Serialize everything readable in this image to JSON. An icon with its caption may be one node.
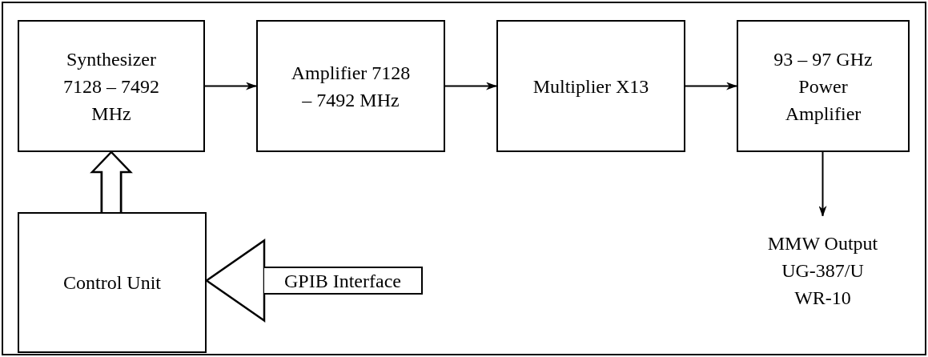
{
  "diagram": {
    "nodes": [
      {
        "text": [
          "Synthesizer 7128 – 7492 MHz"
        ]
      },
      {
        "text": [
          "Amplifier 7128 – 7492 MHz"
        ]
      },
      {
        "text": [
          "Multiplier X13"
        ]
      },
      {
        "text": [
          "93 – 97 GHz Power Amplifier"
        ]
      },
      {
        "text": [
          "Control Unit"
        ]
      },
      {
        "text": [
          "MMW Output UG-387/U WR-10"
        ]
      },
      {
        "text": [
          "GPIB Interface"
        ]
      }
    ],
    "edges": [
      {
        "from": 0,
        "to": 1,
        "arrow": "to"
      },
      {
        "from": 1,
        "to": 2,
        "arrow": "to"
      },
      {
        "from": 2,
        "to": 3,
        "arrow": "to"
      },
      {
        "from": 3,
        "to": 5,
        "arrow": "to"
      },
      {
        "from": 4,
        "to": 0,
        "arrow": "to",
        "style": "thick"
      },
      {
        "from": 6,
        "to": 4,
        "arrow": "to",
        "style": "thick"
      }
    ]
  }
}
